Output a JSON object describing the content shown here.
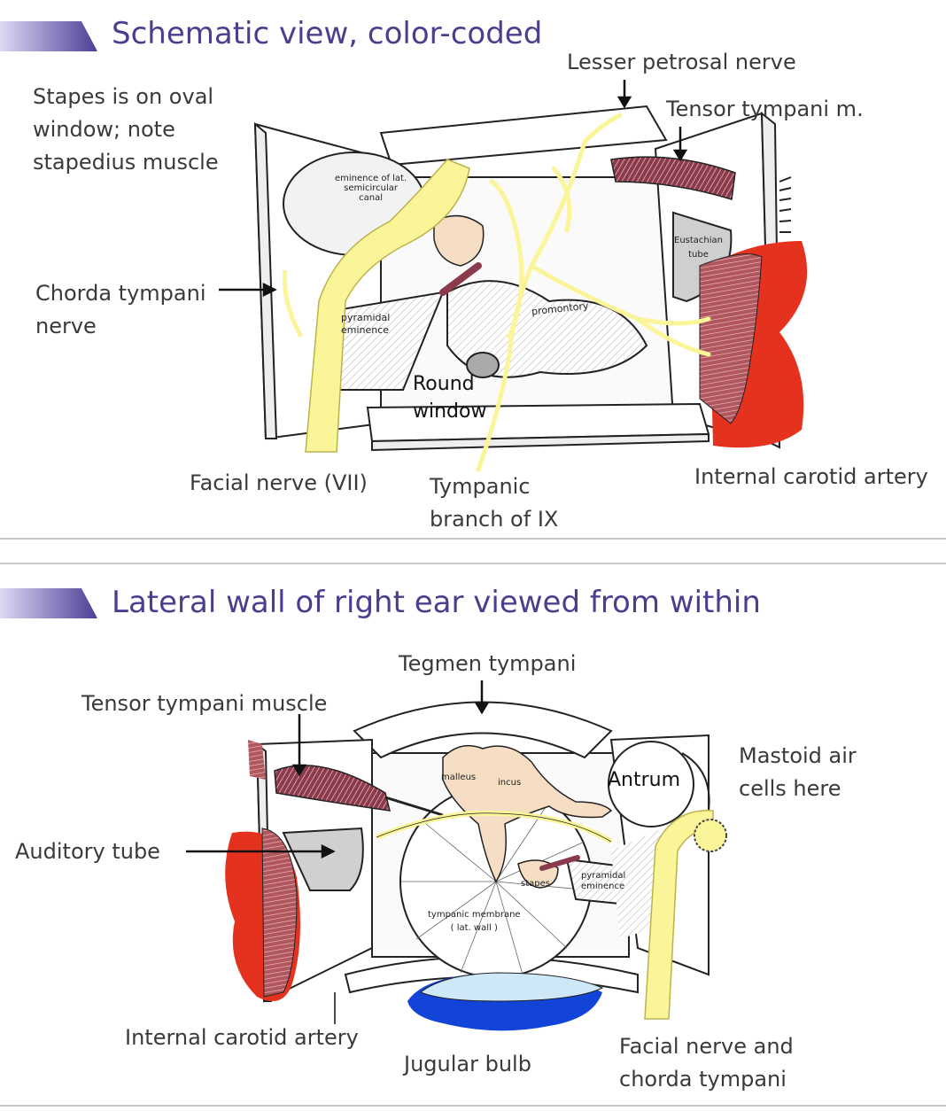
{
  "panel_top": {
    "title": "Schematic view, color-coded",
    "labels": {
      "stapes_note": "Stapes is on oval\nwindow; note\nstapedius muscle",
      "lesser_petrosal": "Lesser petrosal nerve",
      "tensor_tympani_m": "Tensor tympani m.",
      "chorda_tympani": "Chorda tympani\nnerve",
      "facial_nerve": "Facial nerve (VII)",
      "tympanic_branch": "Tympanic\nbranch of IX",
      "internal_carotid": "Internal carotid artery",
      "round_window": "Round\nwindow"
    },
    "diagram_text": {
      "eminence_lat": "eminence of lat.\nsemicircular\ncanal",
      "pyramidal": "pyramidal\neminence",
      "promontory": "promontory",
      "eustachian": "Eustachian\ntube"
    }
  },
  "panel_bottom": {
    "title": "Lateral wall of right ear viewed from within",
    "labels": {
      "tegmen": "Tegmen tympani",
      "tensor_tympani_muscle": "Tensor tympani muscle",
      "mastoid": "Mastoid air\ncells here",
      "antrum": "Antrum",
      "auditory_tube": "Auditory tube",
      "internal_carotid": "Internal carotid artery",
      "jugular_bulb": "Jugular bulb",
      "facial_chorda": "Facial nerve and\nchorda tympani"
    },
    "diagram_text": {
      "malleus": "malleus",
      "incus": "incus",
      "stapes": "stapes",
      "pyramidal": "pyramidal\neminence",
      "tympanic_membrane": "tympanic membrane\n( lat. wall )"
    }
  },
  "colors": {
    "title": "#4a3f8f",
    "banner_start": "#d9d6f2",
    "banner_end": "#4b3f96",
    "nerve": "#fbf59a",
    "artery": "#e5321f",
    "muscle": "#8a3a4a",
    "jugular": "#1344d8",
    "jugular_light": "#cfe8f8",
    "ossicle": "#f5dec4"
  }
}
